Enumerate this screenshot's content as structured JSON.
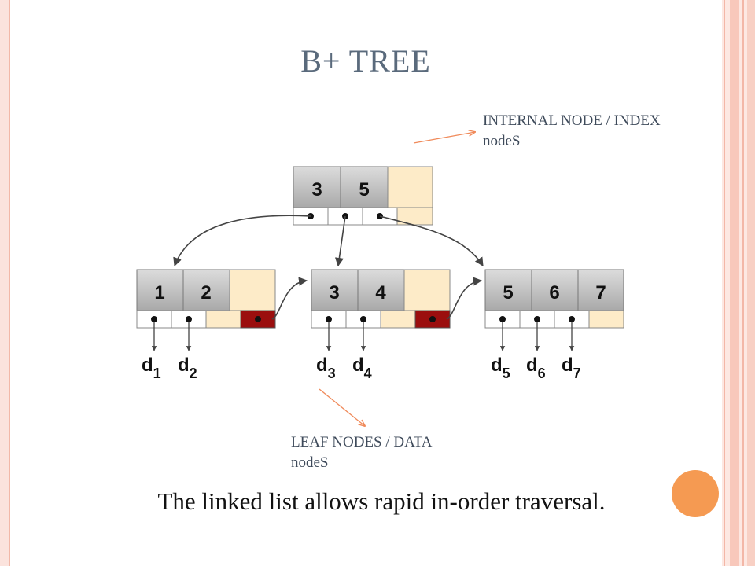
{
  "title": "B+ TREE",
  "internal_label": {
    "line1": "INTERNAL NODE / INDEX",
    "line2": "nodeS"
  },
  "leaf_label": {
    "line1": "LEAF NODES / DATA",
    "line2": "nodeS"
  },
  "caption": "The linked list allows rapid in-order traversal.",
  "tree": {
    "root_keys": [
      "3",
      "5"
    ],
    "leaves": [
      {
        "keys": [
          "1",
          "2"
        ],
        "data": [
          {
            "d": "d",
            "sub": "1"
          },
          {
            "d": "d",
            "sub": "2"
          }
        ]
      },
      {
        "keys": [
          "3",
          "4"
        ],
        "data": [
          {
            "d": "d",
            "sub": "3"
          },
          {
            "d": "d",
            "sub": "4"
          }
        ]
      },
      {
        "keys": [
          "5",
          "6",
          "7"
        ],
        "data": [
          {
            "d": "d",
            "sub": "5"
          },
          {
            "d": "d",
            "sub": "6"
          },
          {
            "d": "d",
            "sub": "7"
          }
        ]
      }
    ]
  },
  "colors": {
    "key_cell": "#c4c4c4",
    "empty_cell": "#fdebc8",
    "next_pointer": "#9b0e0e",
    "callout_arrow": "#f08a5a"
  }
}
